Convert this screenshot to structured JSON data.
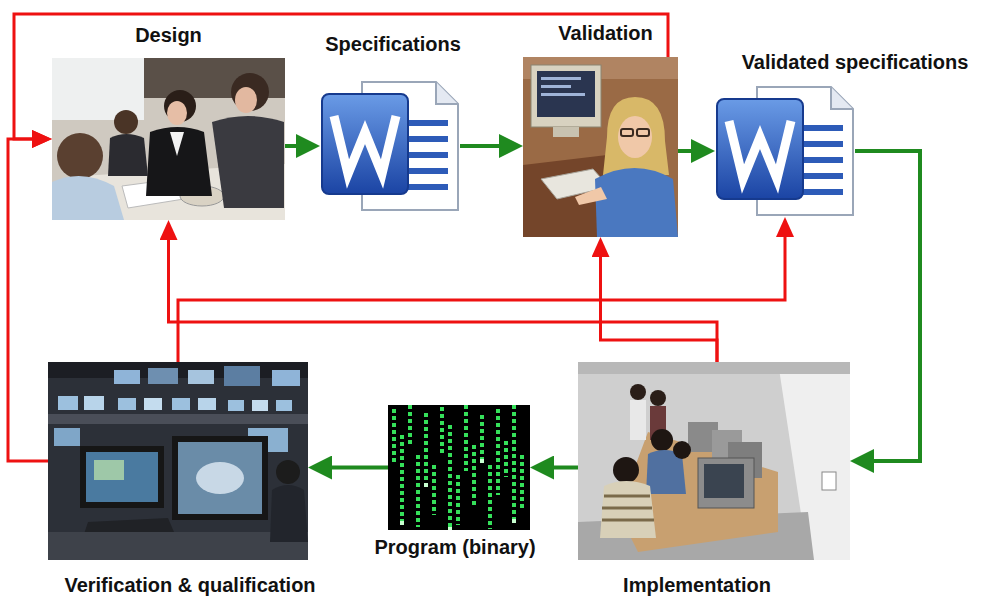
{
  "diagram": {
    "nodes": [
      {
        "text": [
          "Design"
        ]
      },
      {
        "text": [
          "Specifications"
        ]
      },
      {
        "text": [
          "Validation"
        ]
      },
      {
        "text": [
          "Validated specifications"
        ]
      },
      {
        "text": [
          "Verification & qualification"
        ]
      },
      {
        "text": [
          "Program (binary)"
        ]
      },
      {
        "text": [
          "Implementation"
        ]
      }
    ],
    "edges": [
      {
        "from": 0,
        "to": 1,
        "arrow": "to"
      },
      {
        "from": 1,
        "to": 2,
        "arrow": "to"
      },
      {
        "from": 2,
        "to": 3,
        "arrow": "to"
      },
      {
        "from": 3,
        "to": 6,
        "arrow": "to"
      },
      {
        "from": 6,
        "to": 5,
        "arrow": "to"
      },
      {
        "from": 5,
        "to": 4,
        "arrow": "to"
      },
      {
        "from": 2,
        "to": 0,
        "arrow": "to"
      },
      {
        "from": 4,
        "to": 0,
        "arrow": "to"
      },
      {
        "from": 4,
        "to": 3,
        "arrow": "to"
      },
      {
        "from": 6,
        "to": 0,
        "arrow": "to"
      },
      {
        "from": 6,
        "to": 2,
        "arrow": "to"
      }
    ]
  }
}
